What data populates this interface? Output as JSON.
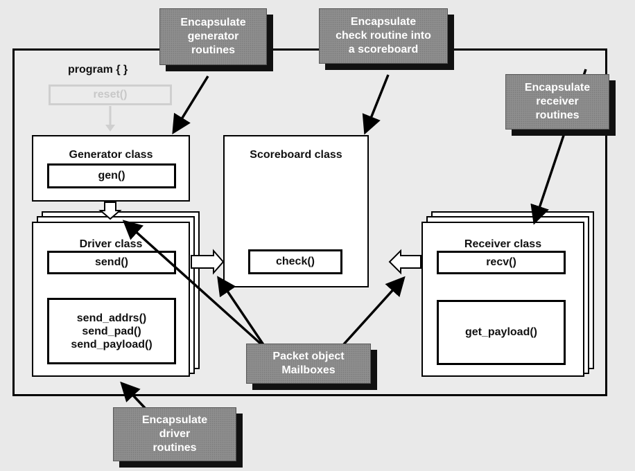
{
  "program_label": "program { }",
  "reset_label": "reset()",
  "generator": {
    "title": "Generator class",
    "method": "gen()"
  },
  "scoreboard": {
    "title": "Scoreboard class",
    "method": "check()"
  },
  "driver": {
    "title": "Driver class",
    "method": "send()",
    "methods_block": [
      "send_addrs()",
      "send_pad()",
      "send_payload()"
    ]
  },
  "receiver": {
    "title": "Receiver class",
    "method": "recv()",
    "method2": "get_payload()"
  },
  "callouts": {
    "generator": [
      "Encapsulate",
      "generator",
      "routines"
    ],
    "check": [
      "Encapsulate",
      "check routine into",
      "a scoreboard"
    ],
    "receiver": [
      "Encapsulate",
      "receiver",
      "routines"
    ],
    "packet": [
      "Packet object",
      "Mailboxes"
    ],
    "driver": [
      "Encapsulate",
      "driver",
      "routines"
    ]
  }
}
